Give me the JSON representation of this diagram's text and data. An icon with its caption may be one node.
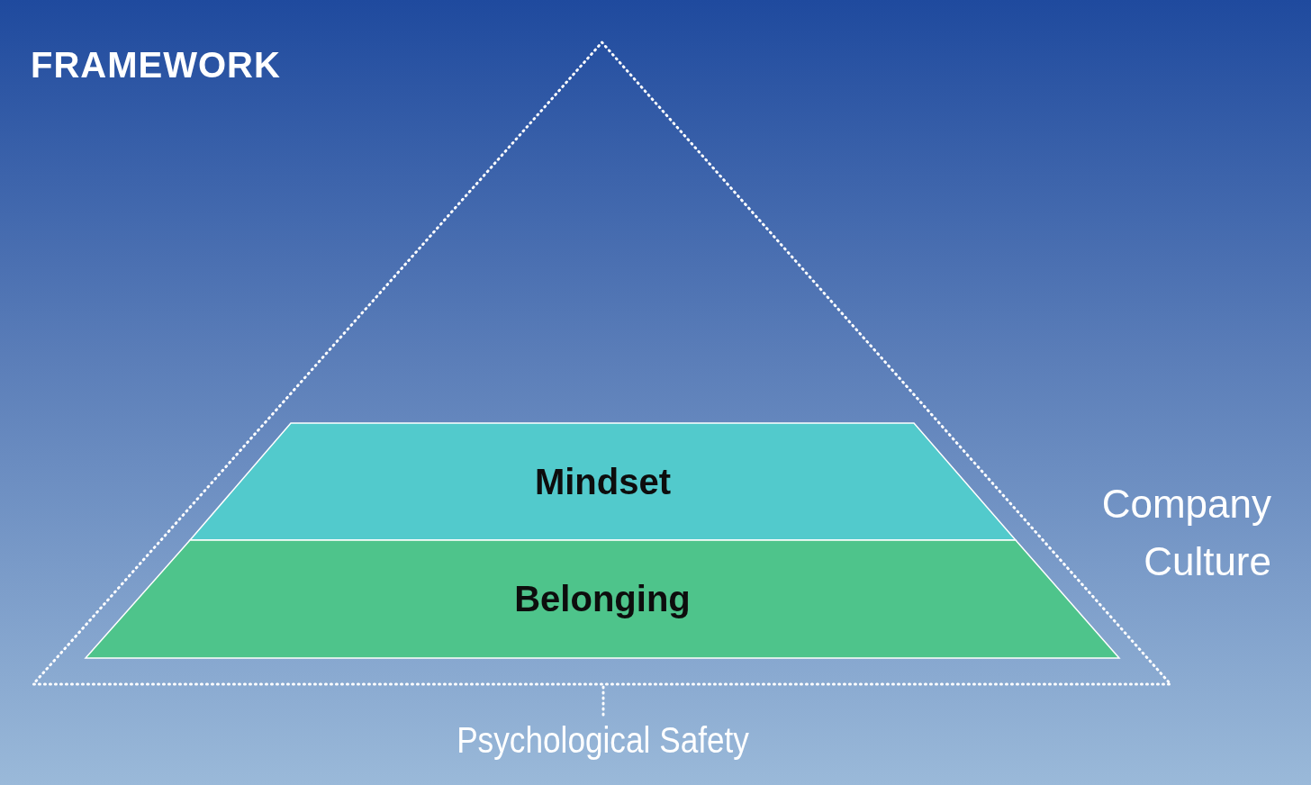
{
  "diagram": {
    "title": "FRAMEWORK",
    "nodes": [
      {
        "text": [],
        "shape": "triangle",
        "beside": [
          "Company Culture"
        ]
      },
      {
        "text": [
          "Mindset"
        ],
        "in": 0
      },
      {
        "text": [
          "Belonging"
        ],
        "in": 0
      },
      {
        "text": [
          "Psychological Safety"
        ]
      }
    ],
    "edges": [
      {
        "from": 3,
        "to": 0,
        "arrow": "none",
        "style": "dashed"
      }
    ]
  }
}
